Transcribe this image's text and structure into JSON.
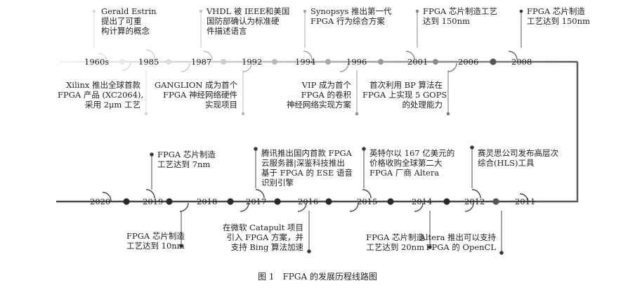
{
  "years": {
    "y1960s": "1960s",
    "y1985": "1985",
    "y1987": "1987",
    "y1992": "1992",
    "y1994": "1994",
    "y1996": "1996",
    "y2001": "2001",
    "y2006": "2006",
    "y2008": "2008",
    "y2011": "2011",
    "y2012": "2012",
    "y2014": "2014",
    "y2015": "2015",
    "y2016": "2016",
    "y2017": "2017",
    "y2018": "2018",
    "y2019": "2019",
    "y2020": "2020"
  },
  "events": {
    "estrin": "Gerald Estrin\n提出了可重\n构计算的概念",
    "xilinx": "Xilinx 推出全球首款\nFPGA 产品 (XC2064),\n采用 2μm 工艺",
    "vhdl": "VHDL 被 IEEE和美国\n国防部确认为标准硬\n件描述语言",
    "ganglion": "GANGLION 成为首个\nFPGA 神经网络硬件\n实现项目",
    "synopsys": "Synopsys 推出第一代\nFPGA 行为综合方案",
    "vip": "VIP 成为首个\nFPGA 的卷积\n神经网络实现方案",
    "fpga150a": "FPGA 芯片制造工艺\n达到 150nm",
    "bp": "首次利用 BP 算法在\nFPGA 上实现 5 GOPS\n的处理能力",
    "fpga150b": "FPGA 芯片制造\n工艺达到 150nm",
    "fpga7": "FPGA 芯片制造\n工艺达到 7nm",
    "fpga10": "FPGA 芯片制造\n工艺达到 10nm",
    "tencent": "腾讯推出国内首款 FPGA\n云服务器|深鉴科技推出\n基于 FPGA 的 ESE 语音\n识别引擎",
    "catapult": "在微软 Catapult 项目\n引入 FPGA 方案，并\n支持 Bing 算法加速",
    "intel": "英特尔以 167 亿美元的\n价格收购全球第二大\nFPGA 厂商 Altera",
    "fpga20": "FPGA 芯片制造\n工艺达到 20nm",
    "xilinxhls": "赛灵思公司发布高层次\n综合(HLS)工具",
    "altera": "Altera 推出可以支持\nFPGA 的 OpenCL"
  },
  "caption": "图 1　FPGA 的发展历程线路图"
}
